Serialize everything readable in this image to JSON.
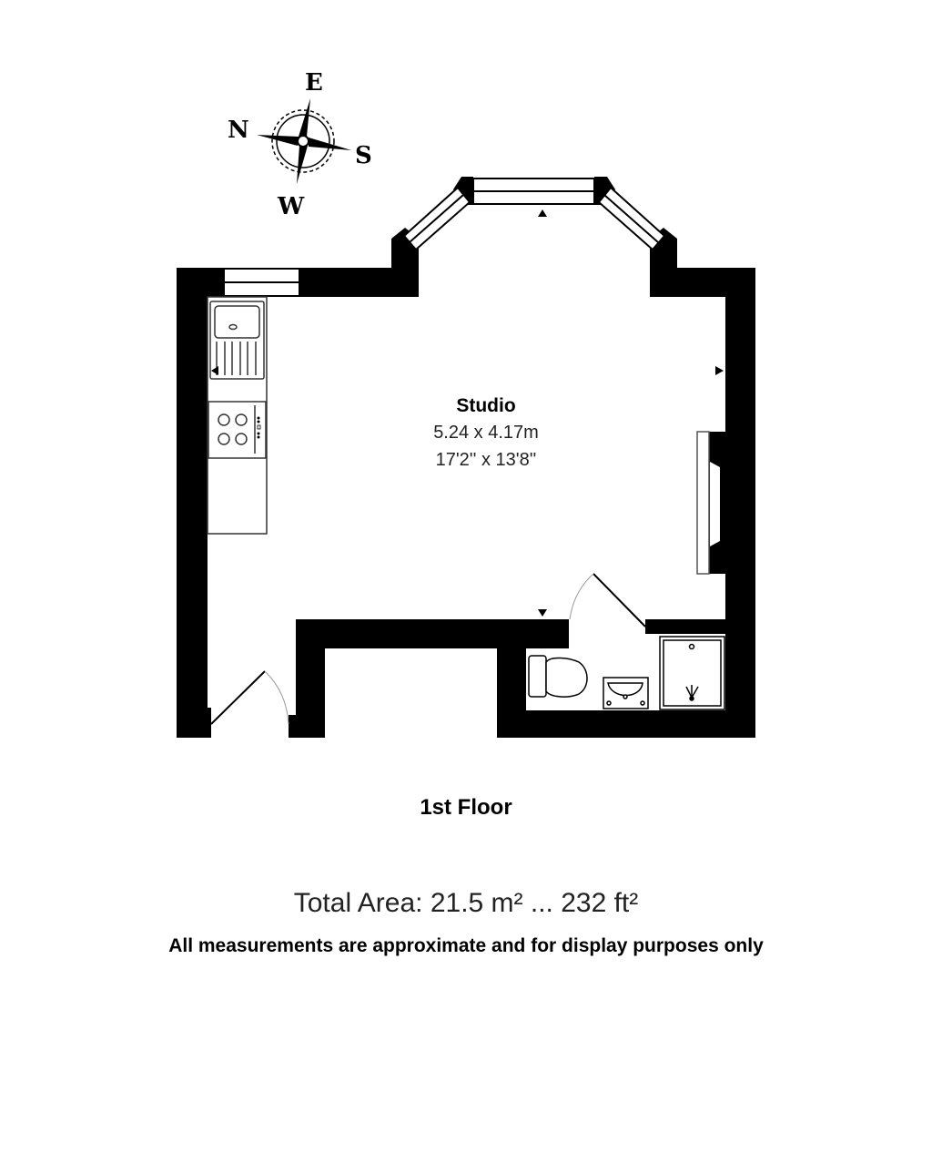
{
  "compass": {
    "north": "N",
    "east": "E",
    "south": "S",
    "west": "W"
  },
  "rooms": [
    {
      "name": "Studio",
      "dimensions_metric": "5.24 x 4.17m",
      "dimensions_imperial": "17'2'' x 13'8''"
    }
  ],
  "floor_label": "1st Floor",
  "total_area": "Total Area: 21.5 m² ... 232 ft²",
  "disclaimer": "All measurements are approximate and for display purposes only",
  "colors": {
    "wall": "#000000",
    "background": "#ffffff",
    "door_arc": "#999999"
  }
}
